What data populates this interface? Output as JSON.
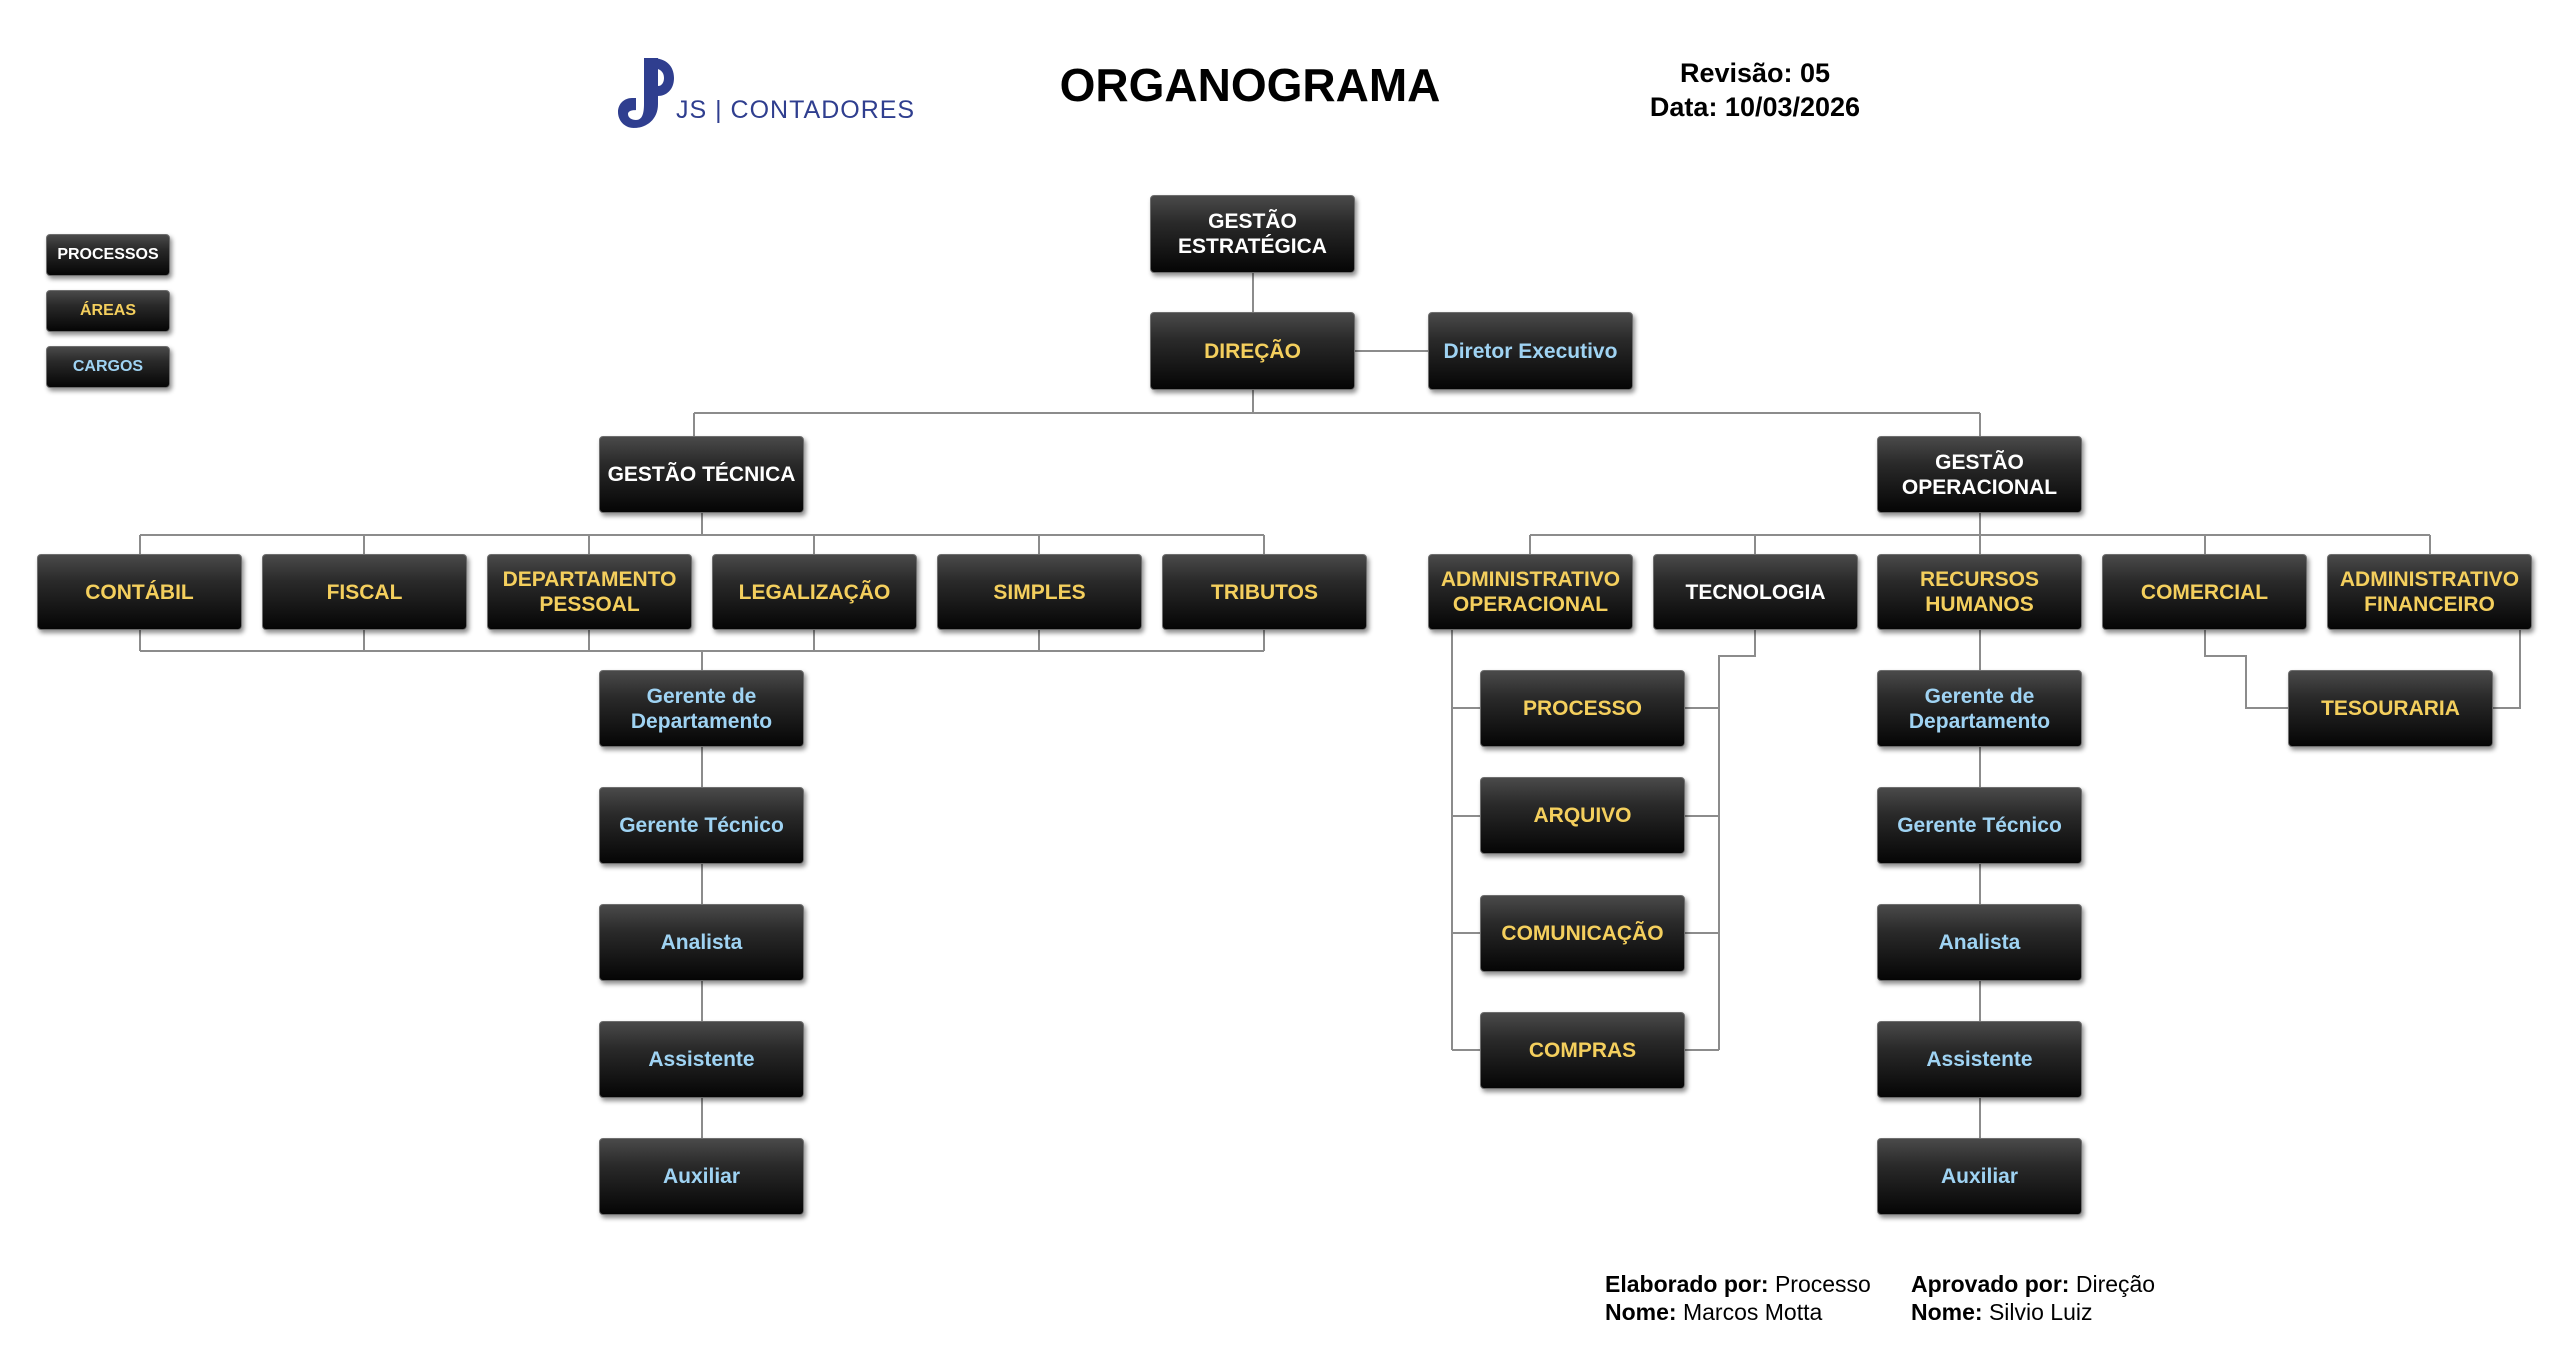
{
  "header": {
    "logo_text": "JS | CONTADORES",
    "title": "ORGANOGRAMA",
    "revisao": "Revisão: 05",
    "data": "Data: 10/03/2026"
  },
  "legend": {
    "processos": "PROCESSOS",
    "areas": "ÁREAS",
    "cargos": "CARGOS"
  },
  "colors": {
    "processo": "#ffffff",
    "area": "#f4cf5d",
    "cargo": "#9fd3f3",
    "connector": "#8c8c8c"
  },
  "nodes": {
    "gestao_estrategica": "GESTÃO\nESTRATÉGICA",
    "direcao": "DIREÇÃO",
    "diretor_executivo": "Diretor Executivo",
    "gestao_tecnica": "GESTÃO TÉCNICA",
    "gestao_operacional": "GESTÃO\nOPERACIONAL",
    "contabil": "CONTÁBIL",
    "fiscal": "FISCAL",
    "departamento_pessoal": "DEPARTAMENTO\nPESSOAL",
    "legalizacao": "LEGALIZAÇÃO",
    "simples": "SIMPLES",
    "tributos": "TRIBUTOS",
    "administrativo_operacional": "ADMINISTRATIVO\nOPERACIONAL",
    "tecnologia": "TECNOLOGIA",
    "recursos_humanos": "RECURSOS\nHUMANOS",
    "comercial": "COMERCIAL",
    "administrativo_financeiro": "ADMINISTRATIVO\nFINANCEIRO",
    "tec_gerente_departamento": "Gerente de\nDepartamento",
    "tec_gerente_tecnico": "Gerente Técnico",
    "tec_analista": "Analista",
    "tec_assistente": "Assistente",
    "tec_auxiliar": "Auxiliar",
    "processo": "PROCESSO",
    "arquivo": "ARQUIVO",
    "comunicacao": "COMUNICAÇÃO",
    "compras": "COMPRAS",
    "op_gerente_departamento": "Gerente de\nDepartamento",
    "op_gerente_tecnico": "Gerente Técnico",
    "op_analista": "Analista",
    "op_assistente": "Assistente",
    "op_auxiliar": "Auxiliar",
    "tesouraria": "TESOURARIA"
  },
  "footer": {
    "elaborado_label": "Elaborado por:",
    "elaborado_value": "Processo",
    "elaborado_nome_label": "Nome:",
    "elaborado_nome_value": "Marcos Motta",
    "aprovado_label": "Aprovado por:",
    "aprovado_value": "Direção",
    "aprovado_nome_label": "Nome:",
    "aprovado_nome_value": "Silvio Luiz"
  }
}
